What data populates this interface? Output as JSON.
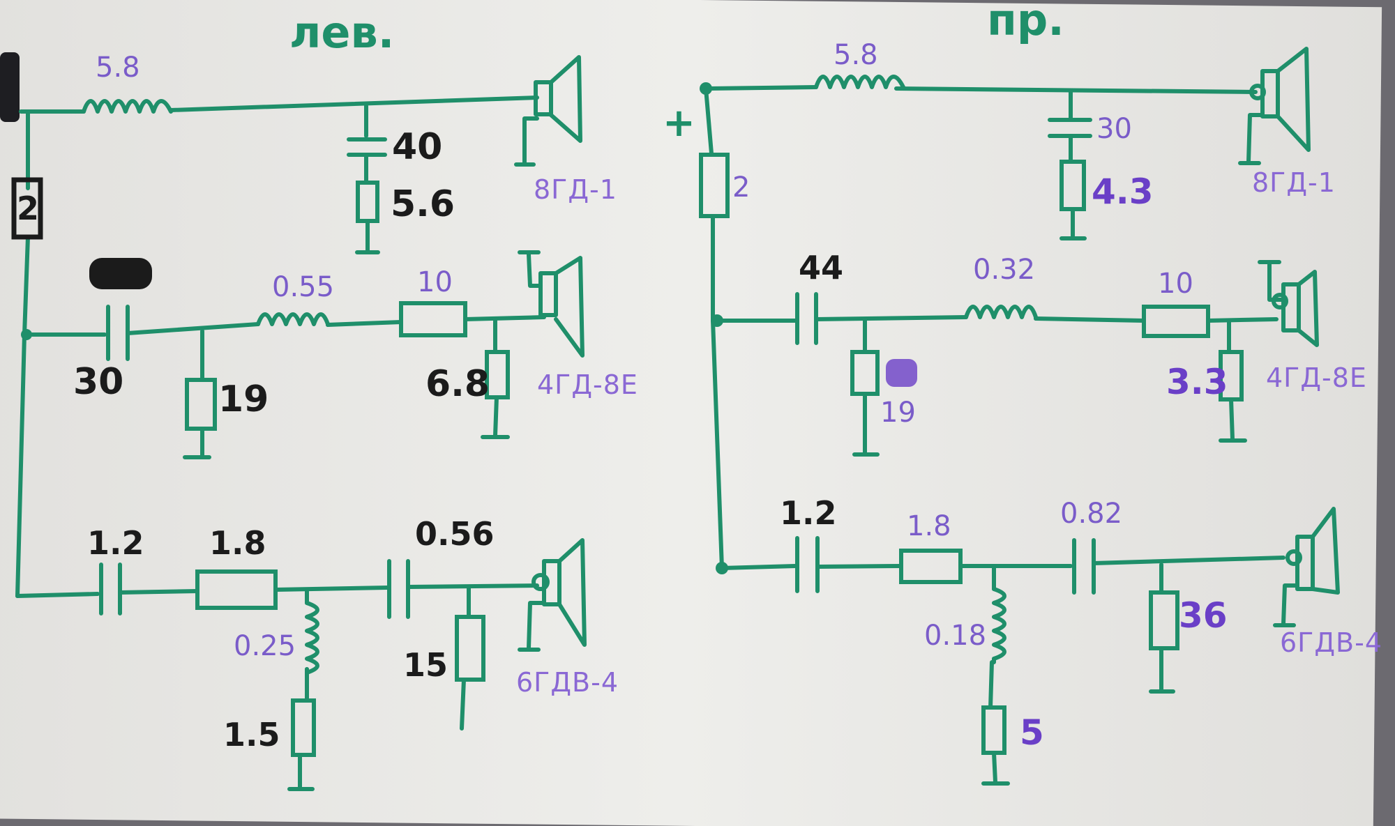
{
  "titles": {
    "left": "лев.",
    "right": "пр."
  },
  "left": {
    "tweeter": {
      "L": "5.8",
      "C": "40",
      "R": "5.6",
      "R_top": "2",
      "speaker": "8ГД-1"
    },
    "mid": {
      "C": "30",
      "L": "0.55",
      "R_series": "10",
      "R_shunt1": "19",
      "R_shunt2": "6.8",
      "speaker": "4ГД-8Е"
    },
    "bass": {
      "C1": "1.2",
      "R1": "1.8",
      "C2": "0.56",
      "L": "0.25",
      "R_L": "1.5",
      "R_shunt": "15",
      "speaker": "6ГДВ-4"
    }
  },
  "right": {
    "plus": "+",
    "tweeter": {
      "L": "5.8",
      "C": "30",
      "R": "4.3",
      "R_top": "2",
      "speaker": "8ГД-1"
    },
    "mid": {
      "C": "44",
      "L": "0.32",
      "R_series": "10",
      "R_shunt1": "19",
      "R_shunt2": "3.3",
      "speaker": "4ГД-8Е"
    },
    "bass": {
      "C1": "1.2",
      "R1": "1.8",
      "C2": "0.82",
      "L": "0.18",
      "R_L": "5",
      "R_shunt": "36",
      "speaker": "6ГДВ-4"
    }
  },
  "colors": {
    "paper": "#ecebe8",
    "ink_green": "#1f8f6a",
    "ink_purple": "#7a5cc9",
    "ink_black": "#1b1b1b"
  }
}
